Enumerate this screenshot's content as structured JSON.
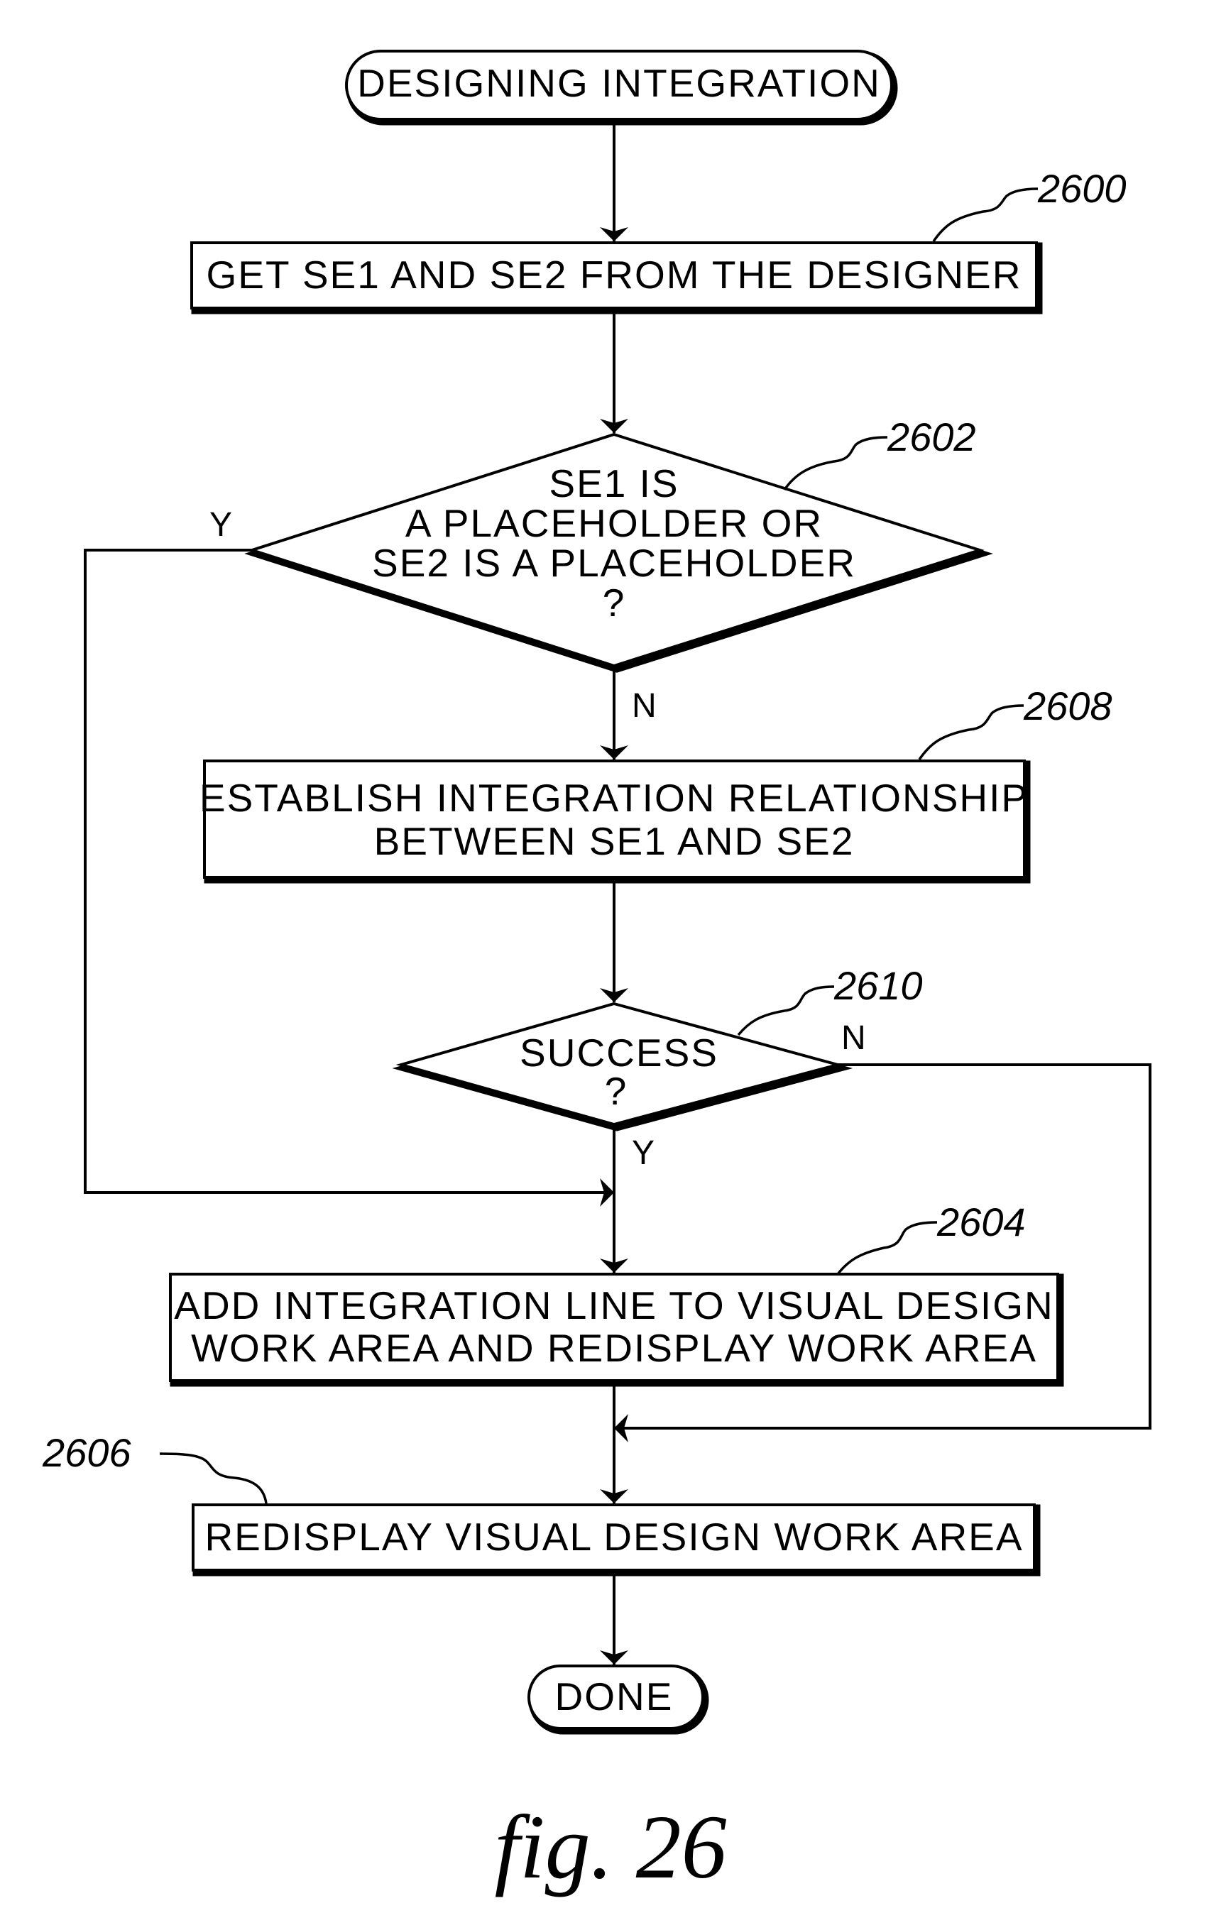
{
  "start": {
    "label": "DESIGNING INTEGRATION"
  },
  "step_2600": {
    "ref": "2600",
    "lines": [
      "GET SE1 AND SE2 FROM THE DESIGNER"
    ]
  },
  "decision_2602": {
    "ref": "2602",
    "lines": [
      "SE1 IS",
      "A PLACEHOLDER OR",
      "SE2 IS A PLACEHOLDER",
      "?"
    ],
    "yes_label": "Y",
    "no_label": "N"
  },
  "step_2608": {
    "ref": "2608",
    "lines": [
      "ESTABLISH INTEGRATION RELATIONSHIP",
      "BETWEEN SE1 AND SE2"
    ]
  },
  "decision_2610": {
    "ref": "2610",
    "lines": [
      "SUCCESS",
      "?"
    ],
    "yes_label": "Y",
    "no_label": "N"
  },
  "step_2604": {
    "ref": "2604",
    "lines": [
      "ADD INTEGRATION LINE TO VISUAL DESIGN",
      "WORK AREA AND REDISPLAY WORK AREA"
    ]
  },
  "step_2606": {
    "ref": "2606",
    "lines": [
      "REDISPLAY VISUAL DESIGN WORK AREA"
    ]
  },
  "end": {
    "label": "DONE"
  },
  "caption": "fig. 26"
}
